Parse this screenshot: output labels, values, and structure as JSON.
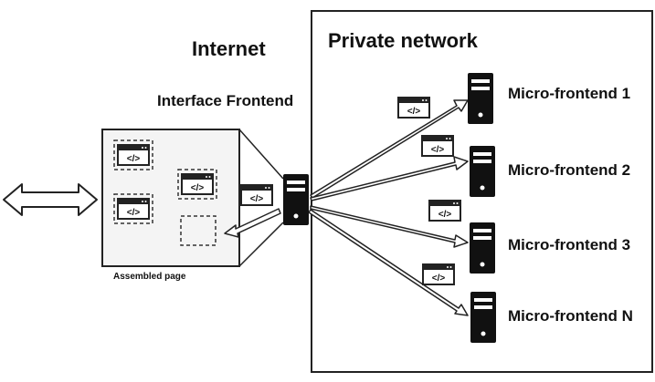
{
  "labels": {
    "internet": "Internet",
    "private_network": "Private network",
    "interface_frontend": "Interface Frontend",
    "assembled_page": "Assembled page"
  },
  "micro_frontends": [
    {
      "label": "Micro-frontend 1"
    },
    {
      "label": "Micro-frontend 2"
    },
    {
      "label": "Micro-frontend 3"
    },
    {
      "label": "Micro-frontend N"
    }
  ],
  "code_glyph": "</>",
  "icons": {
    "server": "server-icon",
    "code_window": "code-window-icon",
    "bidirectional_arrow": "double-arrow-icon"
  },
  "colors": {
    "stroke": "#222222",
    "server_body": "#111111",
    "page_fill": "#f4f4f4",
    "arrow_fill": "#ffffff"
  }
}
